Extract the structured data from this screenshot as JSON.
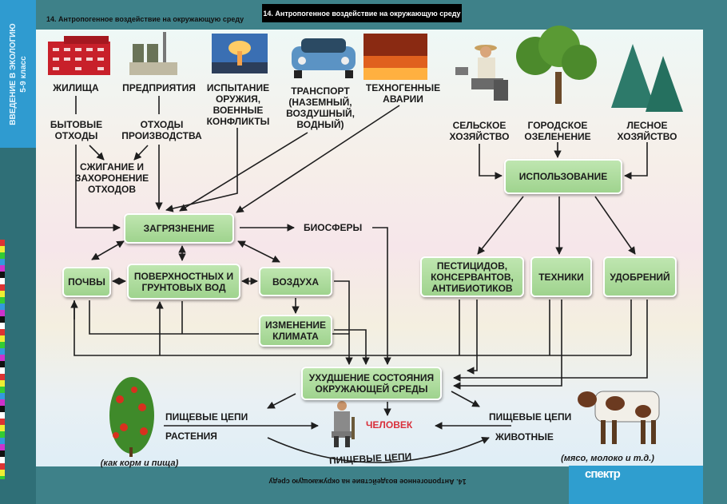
{
  "header": {
    "title_small": "14. Антропогенное воздействие на окружающую среду",
    "title_box": "14. Антропогенное воздействие на окружающую среду"
  },
  "side": {
    "line1": "ВВЕДЕНИЕ В ЭКОЛОГИЮ",
    "line2": "5-9 класс"
  },
  "footer": {
    "mirrored_title": "14. Антропогенное воздействие на окружающую среду",
    "logo": "спектр"
  },
  "sources": {
    "housing": "ЖИЛИЩА",
    "enterprises": "ПРЕДПРИЯТИЯ",
    "weapons": "ИСПЫТАНИЕ ОРУЖИЯ, ВОЕННЫЕ КОНФЛИКТЫ",
    "transport": "ТРАНСПОРТ (НАЗЕМНЫЙ, ВОЗДУШНЫЙ, ВОДНЫЙ)",
    "accidents": "ТЕХНОГЕННЫЕ АВАРИИ",
    "agriculture": "СЕЛЬСКОЕ ХОЗЯЙСТВО",
    "urban_greening": "ГОРОДСКОЕ ОЗЕЛЕНЕНИЕ",
    "forestry": "ЛЕСНОЕ ХОЗЯЙСТВО"
  },
  "waste": {
    "household": "БЫТОВЫЕ ОТХОДЫ",
    "industrial": "ОТХОДЫ ПРОИЗВОДСТВА",
    "burning": "СЖИГАНИЕ И ЗАХОРОНЕНИЕ ОТХОДОВ"
  },
  "boxes": {
    "pollution": "ЗАГРЯЗНЕНИЕ",
    "soil": "ПОЧВЫ",
    "water": "ПОВЕРХНОСТНЫХ И ГРУНТОВЫХ ВОД",
    "air": "ВОЗДУХА",
    "climate": "ИЗМЕНЕНИЕ КЛИМАТА",
    "usage": "ИСПОЛЬЗОВАНИЕ",
    "pesticides": "ПЕСТИЦИДОВ, КОНСЕРВАНТОВ, АНТИБИОТИКОВ",
    "machinery": "ТЕХНИКИ",
    "fertilizers": "УДОБРЕНИЙ",
    "degradation": "УХУДШЕНИЕ СОСТОЯНИЯ ОКРУЖАЮЩЕЙ СРЕДЫ"
  },
  "labels": {
    "biosphere": "БИОСФЕРЫ",
    "food_chains_left": "ПИЩЕВЫЕ ЦЕПИ",
    "plants": "РАСТЕНИЯ",
    "human": "ЧЕЛОВЕК",
    "food_chains_right": "ПИЩЕВЫЕ ЦЕПИ",
    "animals": "ЖИВОТНЫЕ",
    "food_chains_bottom": "ПИЩЕВЫЕ ЦЕПИ",
    "plants_note": "(как корм и пища)",
    "animals_note": "(мясо, молоко и т.д.)"
  },
  "colors": {
    "box_fill": "#a8d99a",
    "human_label": "#d92f3a",
    "frame": "#3e8189",
    "side_strip": "#2f9bd0"
  }
}
